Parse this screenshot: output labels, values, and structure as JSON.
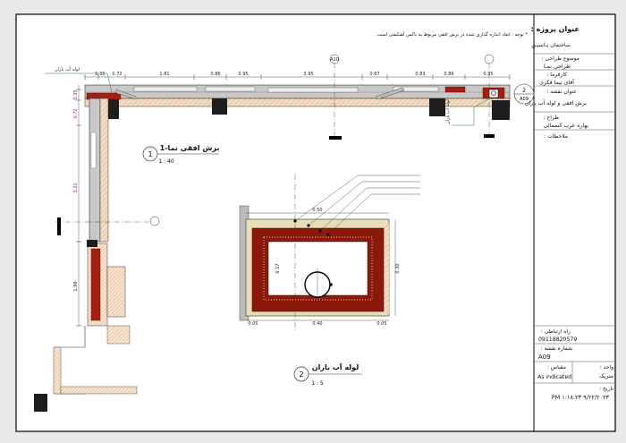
{
  "note": "* توجه : ابعاد اندازه گذاری شده در برش افقی مربوط به باکس آهنکشی است.",
  "title_block": {
    "project_title_label": "عنوان پروژه :",
    "project_name": "ساختمان پـاسیـن",
    "design_subject_label": "موضوع طراحی :",
    "design_subject": "طراحی نمـا",
    "employer_label": "کارفرما :",
    "employer": "آقای نیما فکری",
    "drawing_title_label": "عنوان نقشه :",
    "drawing_title": "برش افقی و لوله آب باران",
    "designer_label": "طراح :",
    "designer": "بهاره عرب کسمائی",
    "notes_label": "ملاحظات :",
    "contact_label": "راه ارتباطی :",
    "contact": "09118820579",
    "drawing_number_label": "شماره نقشه :",
    "drawing_number": "A09",
    "unit_label": "واحد :",
    "unit": "متریک",
    "scale_label": "مقیاس :",
    "scale": "As indicated",
    "date_label": "تاریخ :",
    "date": "PM ۱:۱۸:۲۳ ۹/۲۲/۲۰۲۳"
  },
  "view1": {
    "title": "برش افقی نما-1",
    "number": "1",
    "scale": "1 : 40",
    "callout_number": "2",
    "callout_sheet": "A09",
    "rain_pipe_label_1": "لوله آب باران",
    "rain_pipe_label_2": "لوله آب باران",
    "dims_top": [
      "0.35",
      "0.72",
      "1.81",
      "0.86",
      "0.95",
      "3.95",
      "0.67",
      "0.83",
      "0.86",
      "0.35"
    ],
    "dims_left": [
      "0.35",
      "0.72",
      "3.22",
      "1.99"
    ]
  },
  "view2": {
    "title": "لوله آب باران",
    "number": "2",
    "scale": "1 : 5",
    "dims_top": [
      "0.50"
    ],
    "dims_bottom": [
      "0.05",
      "0.40",
      "0.05"
    ],
    "dims_right": [
      "0.30"
    ],
    "dims_left": [
      "0.17"
    ]
  },
  "section_mark_sheet": "A10",
  "colors": {
    "frame": "#000000",
    "wall_hatch": "#e8c7a6",
    "box_fill": "#8b1a0a",
    "stone": "#d9cfa9",
    "dim_text": "#222222"
  }
}
